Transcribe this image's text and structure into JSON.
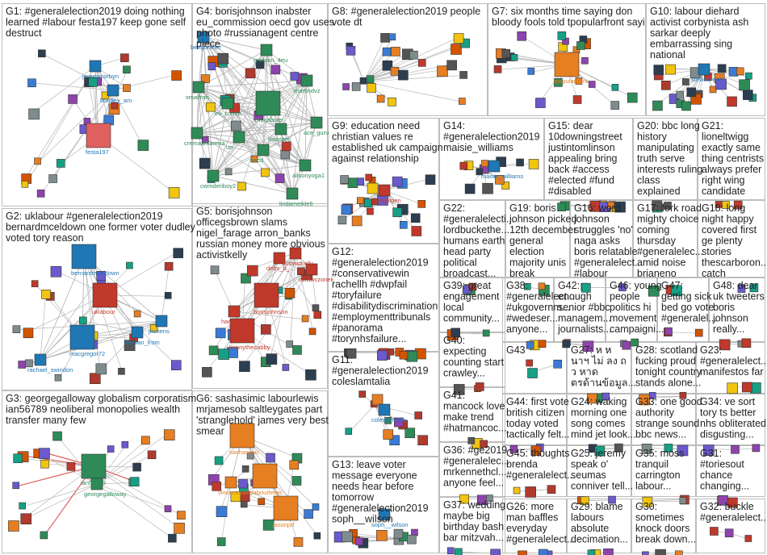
{
  "groups": [
    {
      "id": "G1",
      "text": [
        "G1: #generalelection2019 doing nothing",
        "learned #labour festa197 keep gone self",
        "destruct"
      ],
      "nodes": [
        "jeremycorbyn",
        "bradley_am",
        "festa197"
      ]
    },
    {
      "id": "G4",
      "text": [
        "G4: borisjohnson inabster",
        "eu_commission oecd gov uses",
        "photo #russianagent centre",
        "piece"
      ],
      "nodes": [
        "bettgunther",
        "graham_4eu",
        "martindvz",
        "xmalfran",
        "eu_comm",
        "menabster",
        "un",
        "inabster",
        "ace_guru",
        "cremaamarena",
        "oecd",
        "alisonyoga1",
        "cwmderiboy2",
        "lindameikle6"
      ]
    },
    {
      "id": "G8",
      "text": [
        "G8: #generalelection2019 people",
        "vote dt"
      ],
      "nodes": []
    },
    {
      "id": "G7",
      "text": [
        "G7: six months time saying don",
        "bloody fools told tpopularfront sayi"
      ],
      "nodes": [
        "tpopularfront"
      ]
    },
    {
      "id": "G10",
      "text": [
        "G10: labour diehard",
        "activist corbynista ash",
        "sarkar deeply",
        "embarrassing sing",
        "national"
      ],
      "nodes": [
        "steviebrexit"
      ]
    },
    {
      "id": "G9",
      "text": [
        "G9: education need",
        "christian values re",
        "established uk campaign",
        "against relationship"
      ],
      "nodes": [
        "thelightgen"
      ]
    },
    {
      "id": "G14",
      "text": [
        "G14:",
        "#generalelection2019",
        "maisie_williams"
      ],
      "nodes": [
        "maisie_williams"
      ]
    },
    {
      "id": "G15",
      "text": [
        "G15: dear",
        "10downingstreet",
        "justintomlinson",
        "appealing bring",
        "back #access",
        "#elected #fund",
        "#disabled"
      ],
      "nodes": []
    },
    {
      "id": "G20",
      "text": [
        "G20: bbc long",
        "history",
        "manipulating",
        "truth serve",
        "interests ruling",
        "class",
        "explained"
      ],
      "nodes": []
    },
    {
      "id": "G21",
      "text": [
        "G21:",
        "lioneltwigg",
        "exactly same",
        "thing centrists",
        "always prefer",
        "right wing",
        "candidate"
      ],
      "nodes": []
    },
    {
      "id": "G2",
      "text": [
        "G2: uklabour #generalelection2019",
        "bernardmceldown one former voter dudley",
        "voted tory reason"
      ],
      "nodes": [
        "bernardmceldown",
        "uklabour",
        "damian_from",
        "jrichens",
        "macgregor72",
        "rachael_swindon"
      ]
    },
    {
      "id": "G5",
      "text": [
        "G5: borisjohnson",
        "officegsbrown slams",
        "nigel_farage arron_banks",
        "russian money more obvious",
        "activistkelly"
      ],
      "nodes": [
        "debs_b_...",
        "activistkelly",
        "ckrawczonek",
        "borisjohnson",
        "hann",
        "kennythecabby"
      ]
    },
    {
      "id": "G22",
      "text": [
        "G22:",
        "#generalelecti...",
        "lordbuckethe...",
        "humans earth",
        "head party",
        "political",
        "broadcast..."
      ],
      "nodes": []
    },
    {
      "id": "G19",
      "text": [
        "G19: boris",
        "johnson picked",
        "12th december",
        "general",
        "election",
        "majority unis",
        "break"
      ],
      "nodes": []
    },
    {
      "id": "G16",
      "text": [
        "G16: word",
        "johnson",
        "struggles 'no'",
        "naga asks",
        "boris relatable",
        "#generalelect...",
        "#labour"
      ],
      "nodes": []
    },
    {
      "id": "G17",
      "text": [
        "G17: fork road",
        "mighty choice",
        "coming",
        "thursday",
        "#generalelec...",
        "amid noise",
        "brianeno"
      ],
      "nodes": []
    },
    {
      "id": "G18",
      "text": [
        "G18: long",
        "night happy",
        "covered first",
        "ge plenty",
        "stories",
        "thescarboron...",
        "catch"
      ],
      "nodes": []
    },
    {
      "id": "G12",
      "text": [
        "G12:",
        "#generalelection2019",
        "#conservativewin",
        "rachellh #dwpfail",
        "#toryfailure",
        "#disabilitydiscrimination",
        "#employmenttribunals",
        "#panorama",
        "#torynhsfailure..."
      ],
      "nodes": []
    },
    {
      "id": "G39",
      "text": [
        "G39: great",
        "engagement",
        "local",
        "community..."
      ],
      "nodes": []
    },
    {
      "id": "G38",
      "text": [
        "G38:",
        "#generalelect...",
        "#ukgovernm...",
        "#wedeser...",
        "anyone..."
      ],
      "nodes": []
    },
    {
      "id": "G42",
      "text": [
        "G42:",
        "enough",
        "senior #bbc",
        "managem...",
        "journalists..."
      ],
      "nodes": []
    },
    {
      "id": "G46",
      "text": [
        "G46: young",
        "people",
        "politics hi",
        "movement",
        "campaigni..."
      ],
      "nodes": []
    },
    {
      "id": "G47",
      "text": [
        "G47:",
        "getting sick",
        "bed go vote",
        "#generalel..."
      ],
      "nodes": []
    },
    {
      "id": "G48",
      "text": [
        "G48: dear",
        "uk tweeters",
        "boris",
        "johnson",
        "really..."
      ],
      "nodes": []
    },
    {
      "id": "G3",
      "text": [
        "G3: georgegalloway globalism corporatism",
        "ian56789 neoliberal monopolies wealth",
        "transfer many few"
      ],
      "nodes": [
        "ian56789",
        "georgegalloway"
      ]
    },
    {
      "id": "G6",
      "text": [
        "G6: sashasimic labourlewis",
        "mrjamesob saltleygates part",
        "'stranglehold' james very best",
        "smear"
      ],
      "nodes": [
        "sashasimic",
        "vincecastells",
        "labourlewis",
        "jasonprf"
      ]
    },
    {
      "id": "G40",
      "text": [
        "G40:",
        "expecting",
        "counting start",
        "crawley..."
      ],
      "nodes": []
    },
    {
      "id": "G43",
      "text": [
        "G43"
      ],
      "nodes": []
    },
    {
      "id": "G27",
      "text": [
        "G27: ห ห",
        "นาฯ ไม่ ลง ถ",
        "ว หาด",
        "ตรด้านข้อมูล..."
      ],
      "nodes": []
    },
    {
      "id": "G28",
      "text": [
        "G28: scotland",
        "fucking proud",
        "tonight country",
        "stands alone..."
      ],
      "nodes": []
    },
    {
      "id": "G23",
      "text": [
        "G23:",
        "#generalelect...",
        "manifestos far"
      ],
      "nodes": []
    },
    {
      "id": "G11",
      "text": [
        "G11:",
        "#generalelection2019",
        "coleslamtalia"
      ],
      "nodes": [
        "coleslamtalia"
      ]
    },
    {
      "id": "G41",
      "text": [
        "G41:",
        "mancock love",
        "make trend",
        "#hatmancoc..."
      ],
      "nodes": []
    },
    {
      "id": "G44",
      "text": [
        "G44: first vote",
        "british citizen",
        "today voted",
        "tactically felt..."
      ],
      "nodes": []
    },
    {
      "id": "G24",
      "text": [
        "G24: waking",
        "morning one",
        "song comes",
        "mind jet look..."
      ],
      "nodes": []
    },
    {
      "id": "G33",
      "text": [
        "G33: one good",
        "authority",
        "strange sound",
        "bbc news..."
      ],
      "nodes": []
    },
    {
      "id": "G34",
      "text": [
        "G34: ve sort",
        "tory ts better",
        "nhs obliterated",
        "disgusting..."
      ],
      "nodes": []
    },
    {
      "id": "G36",
      "text": [
        "G36: #ge2019",
        "#generalelec...",
        "mrkennethcl...",
        "anyone feel..."
      ],
      "nodes": []
    },
    {
      "id": "G45",
      "text": [
        "G45: thoughts",
        "brenda",
        "#generalelect..."
      ],
      "nodes": []
    },
    {
      "id": "G25",
      "text": [
        "G25: jeremy",
        "speak o'",
        "seumas",
        "conniver tell..."
      ],
      "nodes": []
    },
    {
      "id": "G35",
      "text": [
        "G35: moss",
        "tranquil",
        "carrington",
        "labour..."
      ],
      "nodes": []
    },
    {
      "id": "G31",
      "text": [
        "G31:",
        "#toriesout",
        "chance",
        "changing..."
      ],
      "nodes": []
    },
    {
      "id": "G13",
      "text": [
        "G13: leave voter",
        "message everyone",
        "needs hear before",
        "tomorrow",
        "#generalelection2019",
        "soph__wilson"
      ],
      "nodes": [
        "soph__wilson"
      ]
    },
    {
      "id": "G37",
      "text": [
        "G37: wedding",
        "maybe big",
        "birthday bash",
        "bar mitzvah..."
      ],
      "nodes": []
    },
    {
      "id": "G26",
      "text": [
        "G26: more",
        "man baffles",
        "everyday",
        "#generalelect..."
      ],
      "nodes": []
    },
    {
      "id": "G29",
      "text": [
        "G29: blame",
        "labours",
        "absolute",
        "decimation..."
      ],
      "nodes": []
    },
    {
      "id": "G30",
      "text": [
        "G30:",
        "sometimes",
        "knock doors",
        "break down..."
      ],
      "nodes": []
    },
    {
      "id": "G32",
      "text": [
        "G32: buckle",
        "#generalelect..."
      ],
      "nodes": []
    }
  ],
  "colors": {
    "edge": "#b8b8b8",
    "red_edge": "#e06060",
    "border": "#bdbdbd",
    "label_blue": "#1f77b4",
    "label_red": "#c0392b",
    "label_green": "#2e8b57",
    "label_orange": "#e67e22"
  }
}
